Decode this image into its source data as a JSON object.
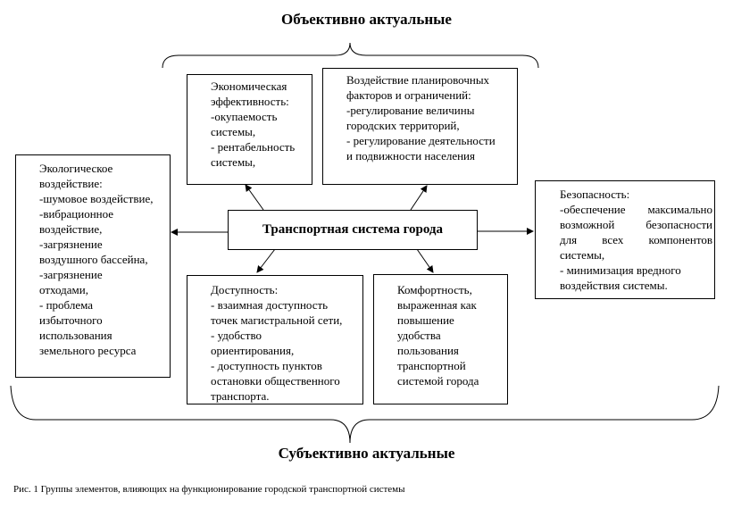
{
  "top_label": "Объективно актуальные",
  "bottom_label": "Субъективно актуальные",
  "center": "Транспортная система города",
  "economic": [
    "Экономическая",
    "эффективность:",
    "-окупаемость",
    "системы,",
    "- рентабельность",
    "системы,"
  ],
  "planning": [
    "Воздействие планировочных",
    "факторов и ограничений:",
    "-регулирование величины",
    "городских территорий,",
    "- регулирование деятельности",
    "и подвижности населения"
  ],
  "ecological": [
    "Экологическое",
    "воздействие:",
    "-шумовое воздействие,",
    "-вибрационное",
    "воздействие,",
    "-загрязнение",
    "воздушного бассейна,",
    "-загрязнение",
    "отходами,",
    "- проблема",
    "избыточного",
    "использования",
    "земельного ресурса"
  ],
  "safety": [
    "Безопасность:",
    "-обеспечение максимально",
    "возможной безопасности",
    "для всех компонентов",
    "системы,",
    "- минимизация вредного",
    "воздействия системы."
  ],
  "accessibility": [
    "Доступность:",
    "- взаимная доступность",
    "точек магистральной сети,",
    "- удобство",
    "ориентирования,",
    "- доступность пунктов",
    "остановки общественного",
    "транспорта."
  ],
  "comfort": [
    "Комфортность,",
    "выраженная как",
    "повышение",
    "удобства",
    "пользования",
    "транспортной",
    "системой города"
  ],
  "caption": "Рис. 1 Группы элементов, влияющих на функционирование городской транспортной системы"
}
